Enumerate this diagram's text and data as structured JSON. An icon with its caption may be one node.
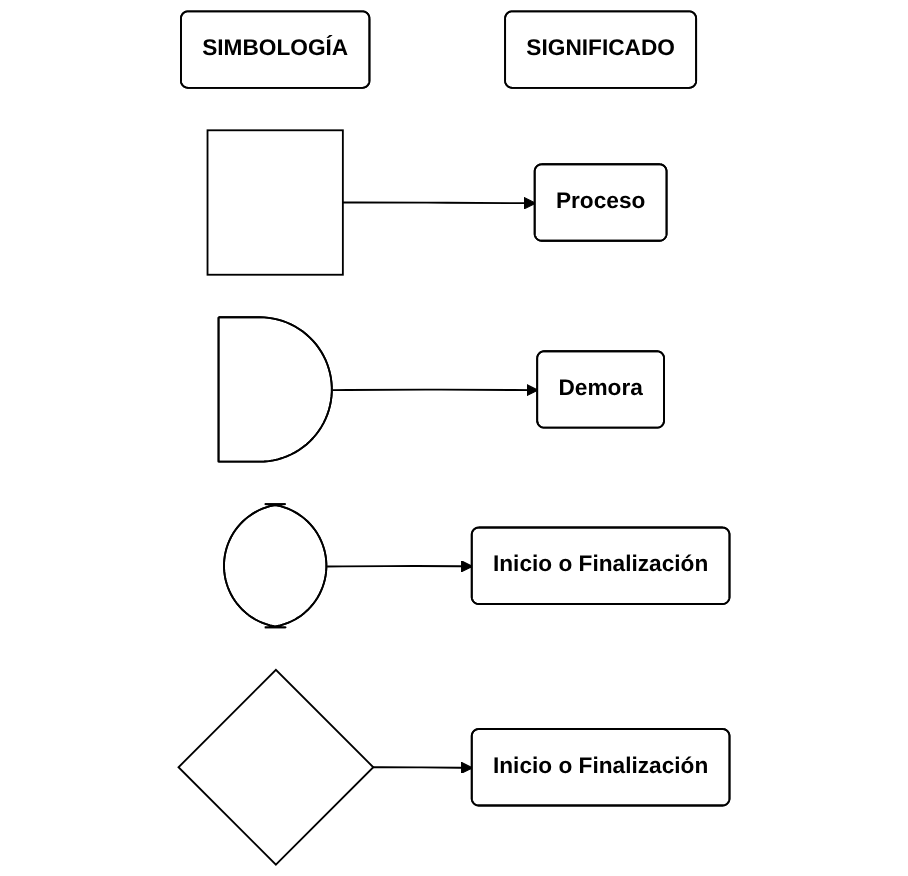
{
  "diagram": {
    "nodes": [
      {
        "text": [
          "SIMBOLOGÍA"
        ]
      },
      {
        "text": [
          "SIGNIFICADO"
        ]
      },
      {
        "text": [],
        "shape": "box"
      },
      {
        "text": [
          "Proceso"
        ]
      },
      {
        "text": [],
        "shape": "delay"
      },
      {
        "text": [
          "Demora"
        ]
      },
      {
        "text": [],
        "shape": "stadium"
      },
      {
        "text": [
          "Inicio o Finalización"
        ]
      },
      {
        "text": [],
        "shape": "diamond"
      },
      {
        "text": [
          "Inicio o Finalización"
        ]
      }
    ],
    "edges": [
      {
        "from": 2,
        "to": 3,
        "arrow": "to"
      },
      {
        "from": 4,
        "to": 5,
        "arrow": "to"
      },
      {
        "from": 6,
        "to": 7,
        "arrow": "to"
      },
      {
        "from": 8,
        "to": 9,
        "arrow": "to"
      }
    ]
  }
}
